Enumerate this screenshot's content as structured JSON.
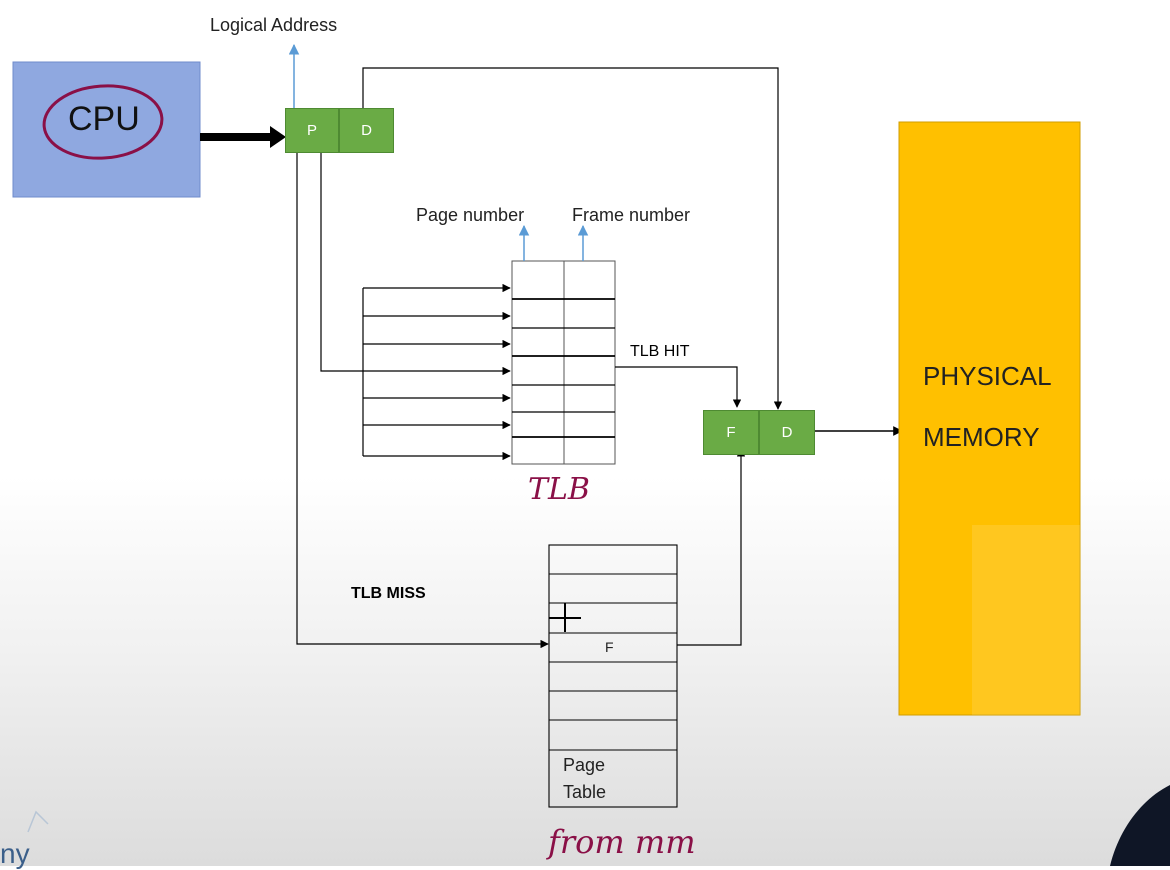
{
  "cpu": {
    "label": "CPU"
  },
  "logical_address": {
    "label": "Logical Address",
    "page_field": "P",
    "offset_field": "D"
  },
  "tlb": {
    "page_number_label": "Page number",
    "frame_number_label": "Frame number",
    "hit_label": "TLB HIT",
    "handwritten_label": "TLB"
  },
  "tlb_miss": {
    "label": "TLB MISS"
  },
  "physical_address": {
    "frame_field": "F",
    "offset_field": "D"
  },
  "page_table": {
    "label_line1": "Page",
    "label_line2": "Table",
    "frame_entry": "F",
    "handwritten_label": "from mm"
  },
  "physical_memory": {
    "label_line1": "PHYSICAL",
    "label_line2": "MEMORY"
  },
  "corner_text": "ny",
  "colors": {
    "cpu_fill": "#8fa8e0",
    "field_fill": "#6aab45",
    "memory_fill": "#ffc000",
    "annotation": "#8a1047",
    "address_arrow": "#5b9bd5"
  }
}
